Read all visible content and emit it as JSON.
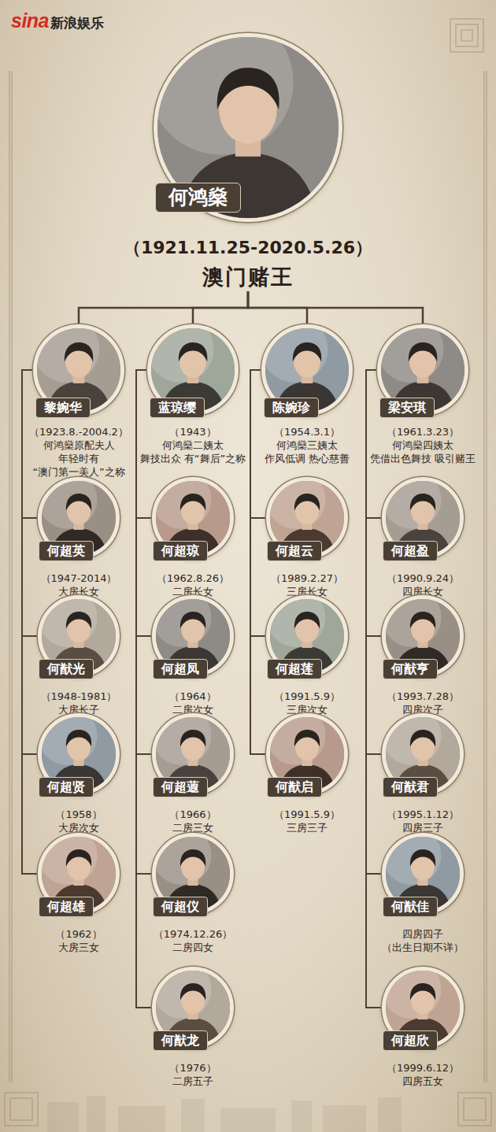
{
  "diagram": {
    "nodes": [
      {
        "text": [
          "何鸿燊",
          "（1921.11.25-2020.5.26）",
          "澳门赌王"
        ]
      },
      {
        "text": [
          "黎婉华",
          "（1923.8.-2004.2）",
          "何鸿燊原配夫人",
          "年轻时有 “澳门第一美人”之称"
        ]
      },
      {
        "text": [
          "何超英",
          "（1947-2014）",
          "大房长女"
        ]
      },
      {
        "text": [
          "何猷光",
          "（1948-1981）",
          "大房长子"
        ]
      },
      {
        "text": [
          "何超贤",
          "（1958）",
          "大房次女"
        ]
      },
      {
        "text": [
          "何超雄",
          "（1962）",
          "大房三女"
        ]
      },
      {
        "text": [
          "蓝琼缨",
          "（1943）",
          "何鸿燊二姨太",
          "舞技出众 有“舞后”之称"
        ]
      },
      {
        "text": [
          "何超琼",
          "（1962.8.26）",
          "二房长女"
        ]
      },
      {
        "text": [
          "何超凤",
          "（1964）",
          "二房次女"
        ]
      },
      {
        "text": [
          "何超蕸",
          "（1966）",
          "二房三女"
        ]
      },
      {
        "text": [
          "何超仪",
          "（1974.12.26）",
          "二房四女"
        ]
      },
      {
        "text": [
          "何猷龙",
          "（1976）",
          "二房五子"
        ]
      },
      {
        "text": [
          "陈婉珍",
          "（1954.3.1）",
          "何鸿燊三姨太",
          "作风低调 热心慈善"
        ]
      },
      {
        "text": [
          "何超云",
          "（1989.2.27）",
          "三房长女"
        ]
      },
      {
        "text": [
          "何超莲",
          "（1991.5.9）",
          "三房次女"
        ]
      },
      {
        "text": [
          "何猷启",
          "（1991.5.9）",
          "三房三子"
        ]
      },
      {
        "text": [
          "梁安琪",
          "（1961.3.23）",
          "何鸿燊四姨太",
          "凭借出色舞技 吸引赌王"
        ]
      },
      {
        "text": [
          "何超盈",
          "（1990.9.24）",
          "四房长女"
        ]
      },
      {
        "text": [
          "何猷亨",
          "（1993.7.28）",
          "四房次子"
        ]
      },
      {
        "text": [
          "何猷君",
          "（1995.1.12）",
          "四房三子"
        ]
      },
      {
        "text": [
          "何猷佳",
          "四房四子",
          "（出生日期不详）"
        ]
      },
      {
        "text": [
          "何超欣",
          "（1999.6.12）",
          "四房五女"
        ]
      }
    ],
    "edges": [
      {
        "from": 0,
        "to": 1,
        "arrow": "none"
      },
      {
        "from": 0,
        "to": 6,
        "arrow": "none"
      },
      {
        "from": 0,
        "to": 12,
        "arrow": "none"
      },
      {
        "from": 0,
        "to": 16,
        "arrow": "none"
      },
      {
        "from": 1,
        "to": 2,
        "arrow": "none"
      },
      {
        "from": 1,
        "to": 3,
        "arrow": "none"
      },
      {
        "from": 1,
        "to": 4,
        "arrow": "none"
      },
      {
        "from": 1,
        "to": 5,
        "arrow": "none"
      },
      {
        "from": 6,
        "to": 7,
        "arrow": "none"
      },
      {
        "from": 6,
        "to": 8,
        "arrow": "none"
      },
      {
        "from": 6,
        "to": 9,
        "arrow": "none"
      },
      {
        "from": 6,
        "to": 10,
        "arrow": "none"
      },
      {
        "from": 6,
        "to": 11,
        "arrow": "none"
      },
      {
        "from": 12,
        "to": 13,
        "arrow": "none"
      },
      {
        "from": 12,
        "to": 14,
        "arrow": "none"
      },
      {
        "from": 12,
        "to": 15,
        "arrow": "none"
      },
      {
        "from": 16,
        "to": 17,
        "arrow": "none"
      },
      {
        "from": 16,
        "to": 18,
        "arrow": "none"
      },
      {
        "from": 16,
        "to": 19,
        "arrow": "none"
      },
      {
        "from": 16,
        "to": 20,
        "arrow": "none"
      },
      {
        "from": 16,
        "to": 21,
        "arrow": "none"
      }
    ],
    "labels": [
      "sina",
      "新浪娱乐"
    ]
  }
}
